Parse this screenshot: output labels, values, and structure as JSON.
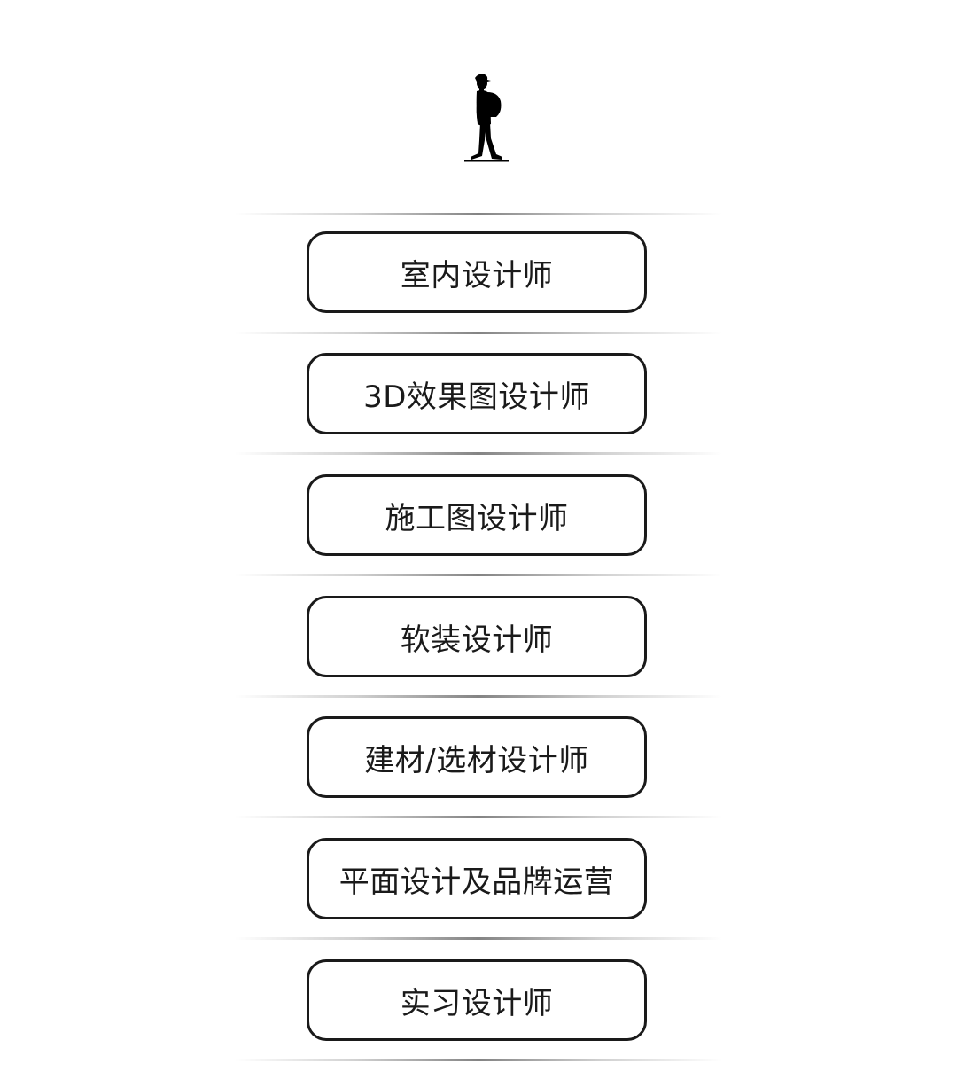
{
  "header": {
    "icon": "walking-hiker-icon"
  },
  "roles": [
    {
      "label": "室内设计师"
    },
    {
      "label": "3D效果图设计师"
    },
    {
      "label": "施工图设计师"
    },
    {
      "label": "软装设计师"
    },
    {
      "label": "建材/选材设计师"
    },
    {
      "label": "平面设计及品牌运营"
    },
    {
      "label": "实习设计师"
    }
  ],
  "colors": {
    "border": "#1a1a1a",
    "text": "#1a1a1a",
    "background": "#ffffff"
  }
}
